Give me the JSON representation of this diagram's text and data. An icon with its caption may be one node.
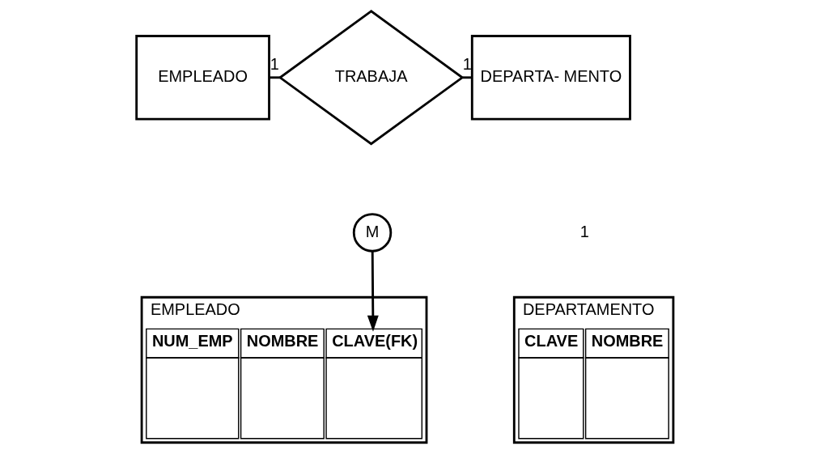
{
  "diagram": {
    "nodes": [
      {
        "text": [
          "EMPLEADO"
        ]
      },
      {
        "text": [
          "TRABAJA"
        ]
      },
      {
        "text": [
          "DEPARTA- MENTO"
        ]
      },
      {
        "text": [
          "M"
        ]
      },
      {
        "text": [
          "EMPLEADO"
        ]
      },
      {
        "text": [
          "NUM_EMP"
        ],
        "in": 4
      },
      {
        "text": [
          "NOMBRE"
        ],
        "in": 4
      },
      {
        "text": [
          "CLAVE(FK)"
        ],
        "in": 4
      },
      {
        "text": [
          "DEPARTAMENTO"
        ]
      },
      {
        "text": [
          "CLAVE"
        ],
        "in": 8
      },
      {
        "text": [
          "NOMBRE"
        ],
        "in": 8
      }
    ],
    "edges": [
      {
        "from": 0,
        "to": 1,
        "arrow": "none",
        "label": "1"
      },
      {
        "from": 1,
        "to": 2,
        "arrow": "none",
        "label": "1"
      },
      {
        "from": 3,
        "to": 7,
        "arrow": "to"
      }
    ],
    "labels": [
      "1"
    ]
  }
}
